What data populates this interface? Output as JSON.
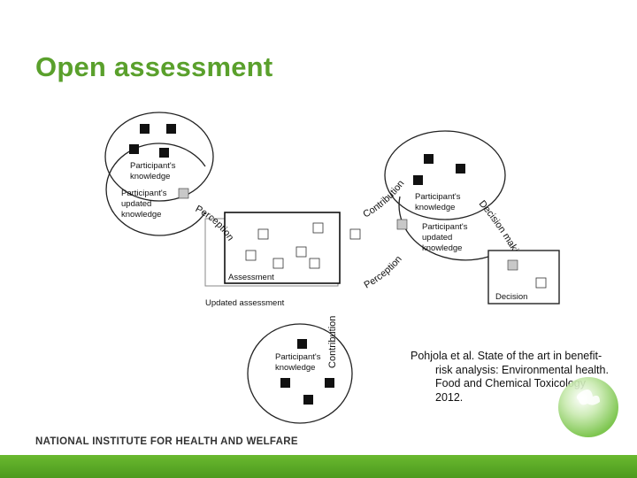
{
  "slide": {
    "title": "Open assessment",
    "organization": "NATIONAL INSTITUTE FOR HEALTH AND WELFARE",
    "citation": "Pohjola et al. State of the art in benefit-risk analysis: Environmental health. Food and Chemical Toxicology 2012."
  },
  "diagram": {
    "left_group": {
      "label_lines": [
        "Participant's",
        "knowledge"
      ],
      "updated_label_lines": [
        "Participant's",
        "updated",
        "knowledge"
      ]
    },
    "right_group": {
      "label_lines": [
        "Participant's",
        "knowledge"
      ],
      "updated_label_lines": [
        "Participant's",
        "updated",
        "knowledge"
      ]
    },
    "bottom_group": {
      "label_lines": [
        "Participant's",
        "knowledge"
      ]
    },
    "assessment_label": "Assessment",
    "updated_assessment_label": "Updated assessment",
    "decision_label": "Decision",
    "flow_labels": {
      "perception_left": "Perception",
      "contribution_right": "Contribution",
      "perception_right": "Perception",
      "decision_making": "Decision making",
      "contribution_bottom": "Contribution"
    }
  },
  "colors": {
    "title": "#5aa02c",
    "footer_bar": "#56a524",
    "box_filled": "#111111",
    "box_grey": "#c8c8c8"
  }
}
